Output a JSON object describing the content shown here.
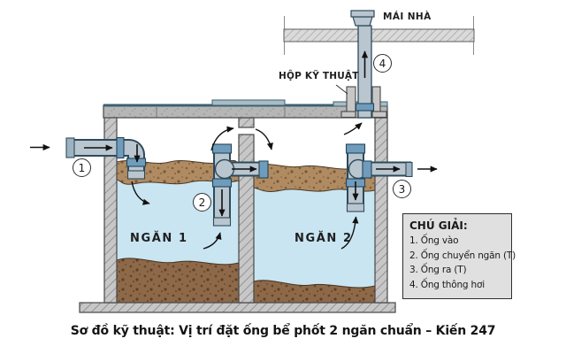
{
  "labels": {
    "roof": "MÁI NHÀ",
    "technical_box": "HỘP KỸ THUẬT",
    "chamber1": "NGĂN 1",
    "chamber2": "NGĂN 2"
  },
  "callouts": {
    "inlet": "1",
    "transfer": "2",
    "outlet": "3",
    "vent": "4"
  },
  "legend": {
    "title": "CHÚ GIẢI:",
    "items": [
      "1. Ống vào",
      "2. Ống chuyển ngăn (T)",
      "3. Ống ra (T)",
      "4. Ống thông hơi"
    ]
  },
  "caption": "Sơ đồ kỹ thuật: Vị trí đặt ống bể phốt 2 ngăn chuẩn – Kiến 247",
  "colors": {
    "water": "#c9e5f2",
    "scum": "#b08b62",
    "sludge": "#8d6949",
    "pipe": "#b9c6cf",
    "pipe_fitting": "#6f9cba",
    "concrete": "#c7c7c7",
    "legend_bg": "#e0e0e0",
    "text": "#1a1a1a"
  }
}
